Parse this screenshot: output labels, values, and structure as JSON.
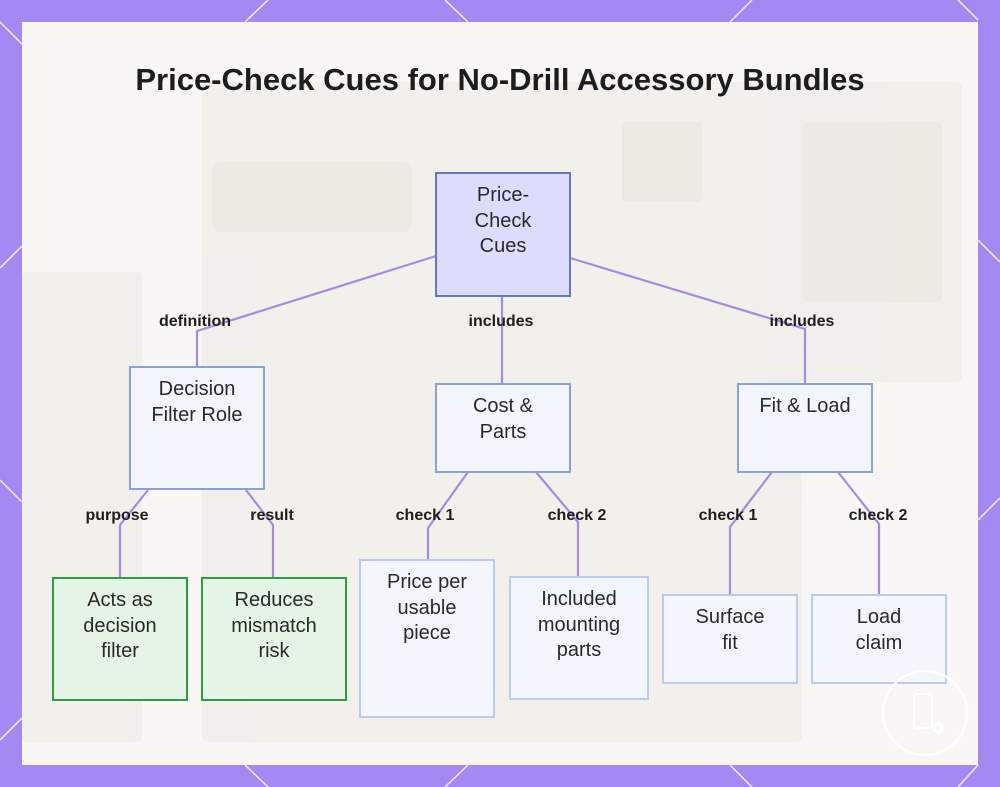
{
  "title": "Price-Check Cues for No-Drill Accessory Bundles",
  "nodes": {
    "root": "Price-Check Cues",
    "decision": "Decision Filter Role",
    "cost": "Cost & Parts",
    "fit": "Fit & Load",
    "acts": "Acts as decision filter",
    "reduces": "Reduces mismatch risk",
    "price": "Price per usable piece",
    "included": "Included mounting parts",
    "surface": "Surface fit",
    "load": "Load claim"
  },
  "edges": {
    "definition": "definition",
    "includes_cost": "includes",
    "includes_fit": "includes",
    "purpose": "purpose",
    "result": "result",
    "check1_cost": "check 1",
    "check2_cost": "check 2",
    "check1_fit": "check 1",
    "check2_fit": "check 2"
  },
  "colors": {
    "frame": "#a589f2",
    "connector": "#a58be0",
    "root_fill": "#dcdcfd",
    "green_fill": "#e6f4e6",
    "green_border": "#2aa046"
  }
}
